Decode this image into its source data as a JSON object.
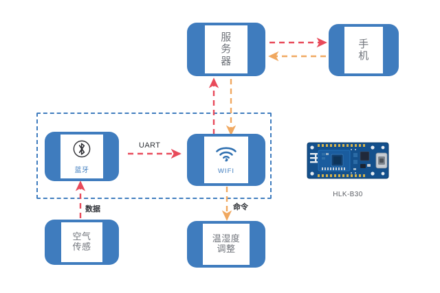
{
  "diagram": {
    "title_present": false,
    "background": "#ffffff",
    "colors": {
      "node_fill": "#3f7cbe",
      "node_plate": "#ffffff",
      "node_text": "#6f737a",
      "group_border": "#3f7cbe",
      "arrow_red": "#e84a5a",
      "arrow_orange": "#f0a860",
      "caption_text": "#5d6066",
      "icon_blue": "#3f7cbe"
    },
    "nodes": [
      {
        "id": "server",
        "label": "服\n务\n器",
        "label_plain": "服务器",
        "kind": "text-box"
      },
      {
        "id": "phone",
        "label": "手\n机",
        "label_plain": "手机",
        "kind": "text-box"
      },
      {
        "id": "bluetooth",
        "label": "蓝牙",
        "kind": "icon-box",
        "icon": "bluetooth-icon"
      },
      {
        "id": "wifi",
        "label": "WIFI",
        "kind": "icon-box",
        "icon": "wifi-icon"
      },
      {
        "id": "air_sensor",
        "label": "空气\n传感",
        "label_plain": "空气传感",
        "kind": "text-box"
      },
      {
        "id": "climate_control",
        "label": "温湿度\n调整",
        "label_plain": "温湿度调整",
        "kind": "text-box"
      }
    ],
    "edges": [
      {
        "id": "bt-to-wifi",
        "label": "UART",
        "style": "dashed",
        "color": "#e84a5a",
        "from": "bluetooth",
        "to": "wifi",
        "direction": "right"
      },
      {
        "id": "server-to-phone",
        "label": "",
        "style": "dashed",
        "color": "#e84a5a",
        "from": "server",
        "to": "phone",
        "direction": "right"
      },
      {
        "id": "phone-to-server",
        "label": "",
        "style": "dashed",
        "color": "#f0a860",
        "from": "phone",
        "to": "server",
        "direction": "left"
      },
      {
        "id": "wifi-to-server",
        "label": "",
        "style": "dashed",
        "color": "#e84a5a",
        "from": "wifi",
        "to": "server",
        "direction": "up"
      },
      {
        "id": "server-to-wifi",
        "label": "",
        "style": "dashed",
        "color": "#f0a860",
        "from": "server",
        "to": "wifi",
        "direction": "down"
      },
      {
        "id": "sensor-to-bt",
        "label": "数据",
        "style": "dashed",
        "color": "#e84a5a",
        "from": "air_sensor",
        "to": "bluetooth",
        "direction": "up"
      },
      {
        "id": "wifi-to-climate",
        "label": "命令",
        "style": "dashed",
        "color": "#f0a860",
        "from": "wifi",
        "to": "climate_control",
        "direction": "down"
      }
    ],
    "group": {
      "id": "module-group",
      "style": "dashed",
      "color": "#3f7cbe"
    },
    "board": {
      "caption": "HLK-B30",
      "alt": "HLK-B30 development board photo"
    }
  }
}
